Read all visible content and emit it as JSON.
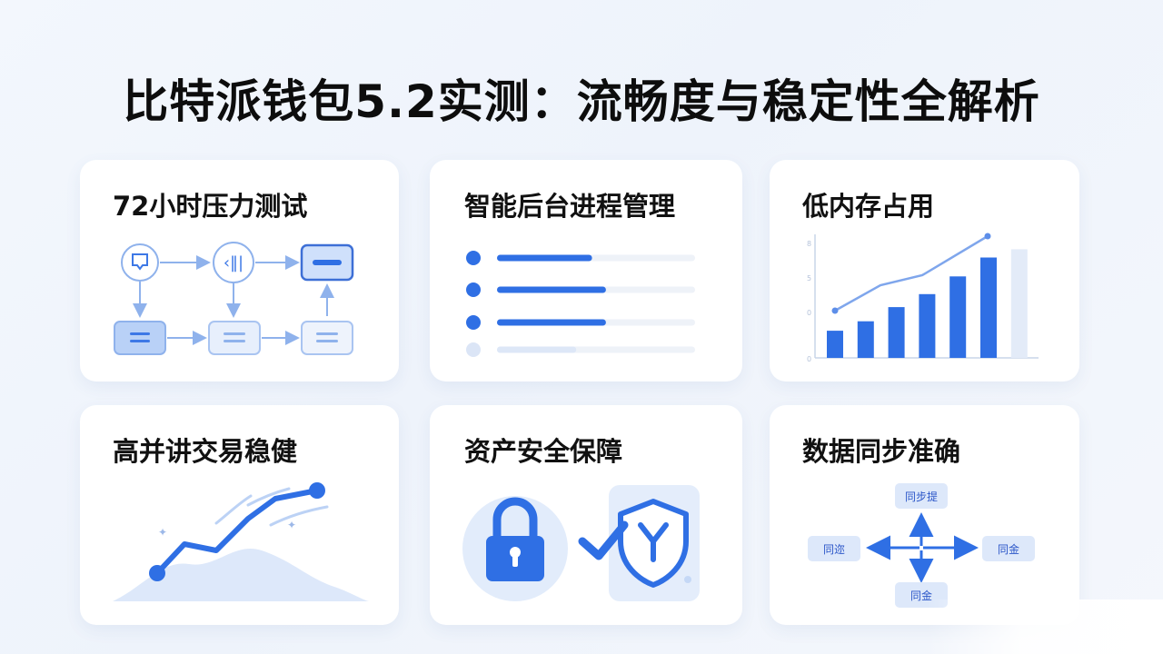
{
  "page": {
    "title": "比特派钱包5.2实测：流畅度与稳定性全解析"
  },
  "cards": [
    {
      "title": "72小时压力测试",
      "icon": "flowchart-icon"
    },
    {
      "title": "智能后台进程管理",
      "icon": "process-list-icon"
    },
    {
      "title": "低内存占用",
      "icon": "bar-line-chart-icon"
    },
    {
      "title": "高并讲交易稳健",
      "icon": "trend-line-icon"
    },
    {
      "title": "资产安全保障",
      "icon": "lock-shield-icon"
    },
    {
      "title": "数据同步准确",
      "icon": "sync-cross-diagram-icon"
    }
  ],
  "process_bars": [
    0.48,
    0.55,
    0.55,
    0.4
  ],
  "memory_chart": {
    "tick_labels": [
      "8",
      "5",
      "0",
      "0"
    ],
    "bars": [
      0.23,
      0.31,
      0.43,
      0.54,
      0.69,
      0.85,
      0.92
    ]
  },
  "sync_diagram": {
    "top": "同步提",
    "left": "同迩",
    "right": "同金",
    "bottom": "同金"
  },
  "colors": {
    "accent": "#2f6fe4",
    "accent_light": "#cfe0fb",
    "card_bg": "#ffffff"
  }
}
